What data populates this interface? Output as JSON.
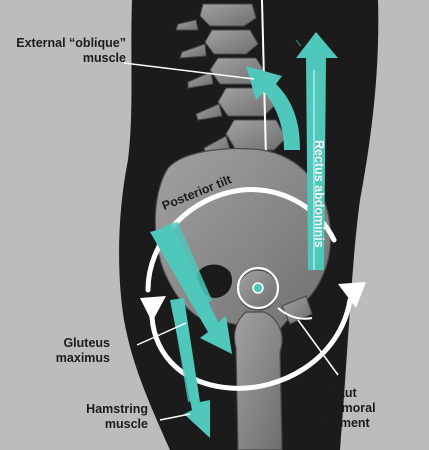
{
  "labels": {
    "external_oblique_line1": "External “oblique”",
    "external_oblique_line2": "muscle",
    "rectus_abdominis": "Rectus abdominis",
    "posterior_tilt": "Posterior tilt",
    "gluteus_line1": "Gluteus",
    "gluteus_line2": "maximus",
    "hamstring_line1": "Hamstring",
    "hamstring_line2": "muscle",
    "ligament_line1": "Taut",
    "ligament_line2": "iliofemoral",
    "ligament_line3": "ligament"
  },
  "colors": {
    "background": "#bdbcbc",
    "body_silhouette": "#1b1b1b",
    "bone": "#8a8a8a",
    "bone_dark": "#5f5f5f",
    "muscle_arrow": "#4fc7bb",
    "tilt_arrow": "#ffffff",
    "pointer_line": "#ffffff"
  }
}
